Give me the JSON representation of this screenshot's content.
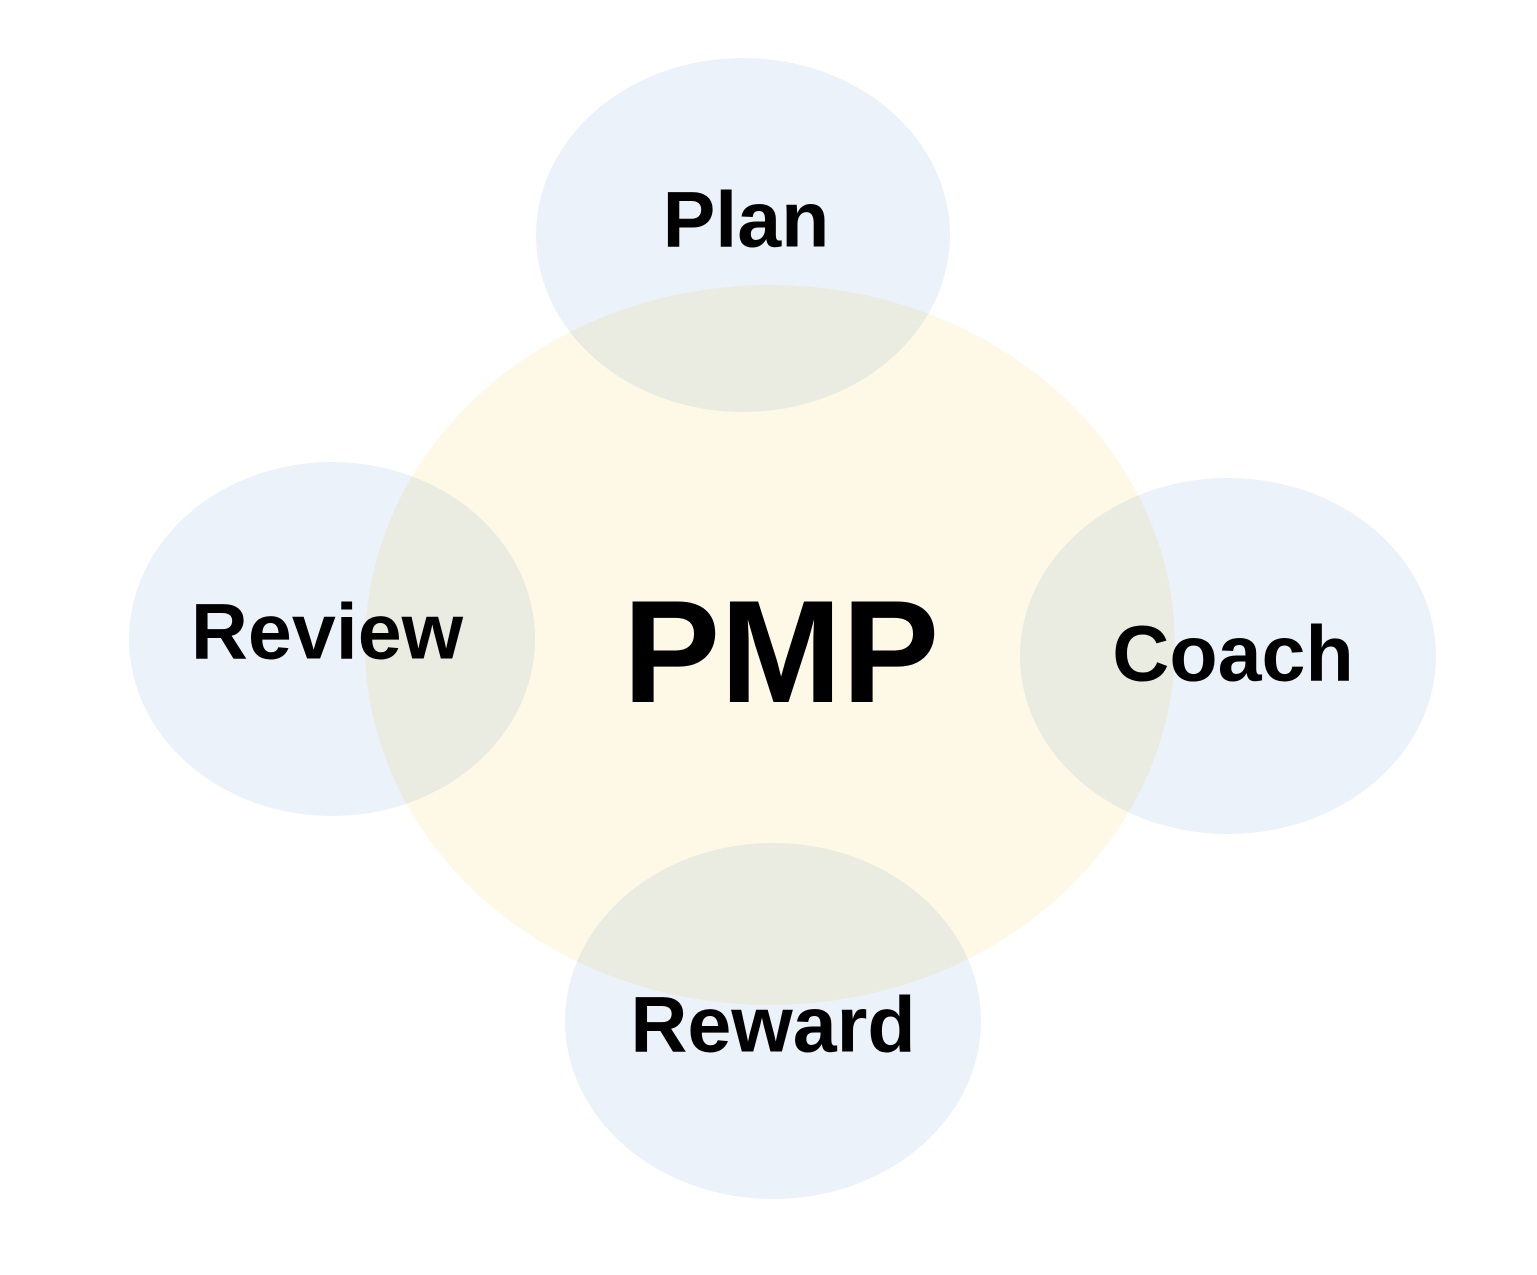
{
  "diagram": {
    "center_label": "PMP",
    "nodes": [
      {
        "label": "Plan",
        "position": "top"
      },
      {
        "label": "Review",
        "position": "left"
      },
      {
        "label": "Coach",
        "position": "right"
      },
      {
        "label": "Reward",
        "position": "bottom"
      }
    ],
    "colors": {
      "background": "#FFFFFF",
      "center_fill": "#FEF8E6",
      "satellite_fill": "#EBF2FA",
      "overlap_fill": "#EDF2EB",
      "label_text": "#000000"
    }
  }
}
